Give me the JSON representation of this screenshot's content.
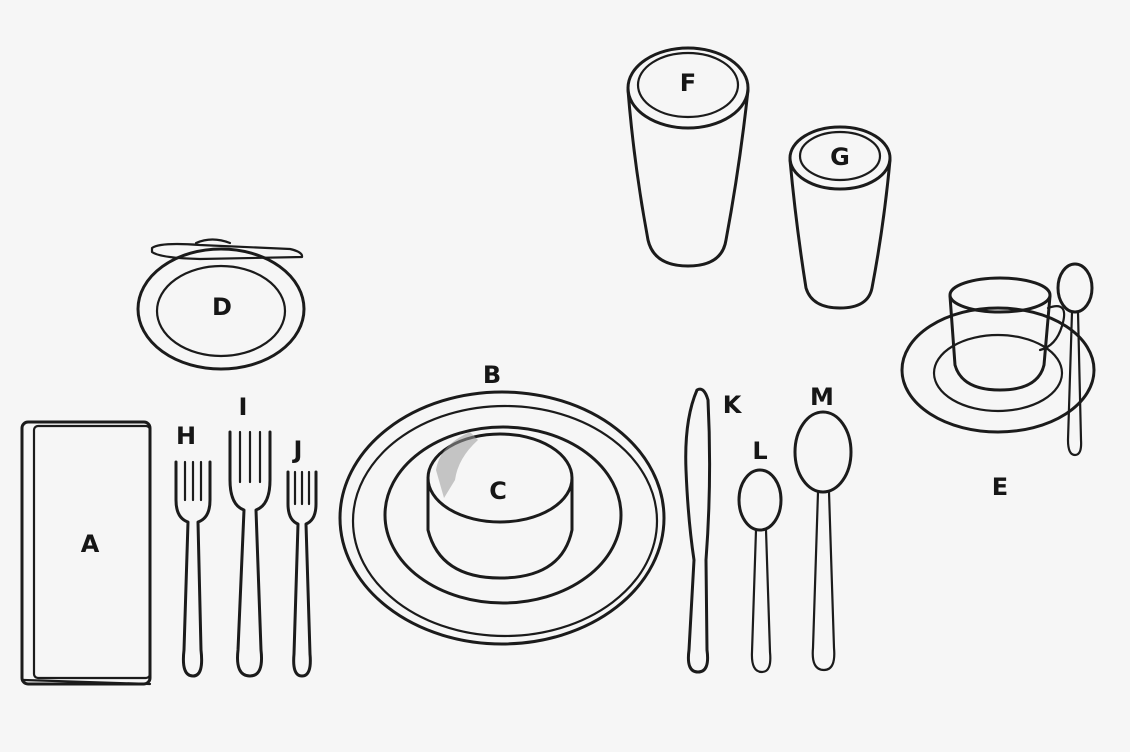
{
  "labels": {
    "A": "A",
    "B": "B",
    "C": "C",
    "D": "D",
    "E": "E",
    "F": "F",
    "G": "G",
    "H": "H",
    "I": "I",
    "J": "J",
    "K": "K",
    "L": "L",
    "M": "M"
  },
  "colors": {
    "line": "#1b1b1b",
    "background": "#f6f6f6",
    "shade": "#9a9a9a"
  }
}
